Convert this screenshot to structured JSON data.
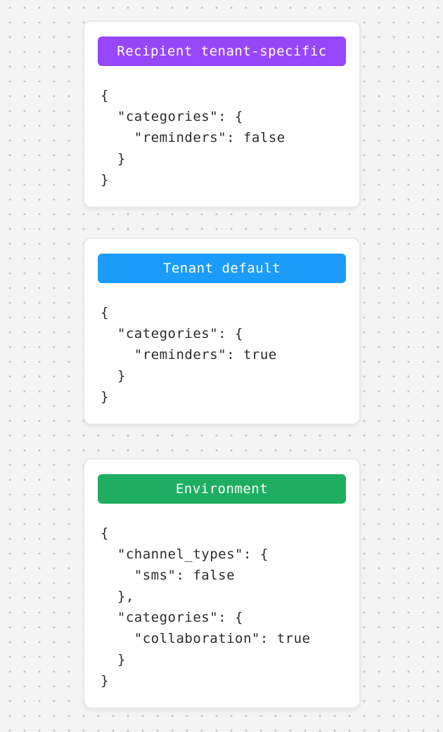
{
  "background": {
    "color": "#f4f4f5",
    "dot_color": "#c6c6c8"
  },
  "cards": [
    {
      "id": "recipient-tenant-specific",
      "badge": {
        "label": "Recipient tenant-specific",
        "color": "#9747fa",
        "text_color": "#ffffff"
      },
      "code": "{\n  \"categories\": {\n    \"reminders\": false\n  }\n}"
    },
    {
      "id": "tenant-default",
      "badge": {
        "label": "Tenant default",
        "color": "#1b9cfa",
        "text_color": "#ffffff"
      },
      "code": "{\n  \"categories\": {\n    \"reminders\": true\n  }\n}"
    },
    {
      "id": "environment",
      "badge": {
        "label": "Environment",
        "color": "#1fae61",
        "text_color": "#ffffff"
      },
      "code": "{\n  \"channel_types\": {\n    \"sms\": false\n  },\n  \"categories\": {\n    \"collaboration\": true\n  }\n}"
    }
  ]
}
